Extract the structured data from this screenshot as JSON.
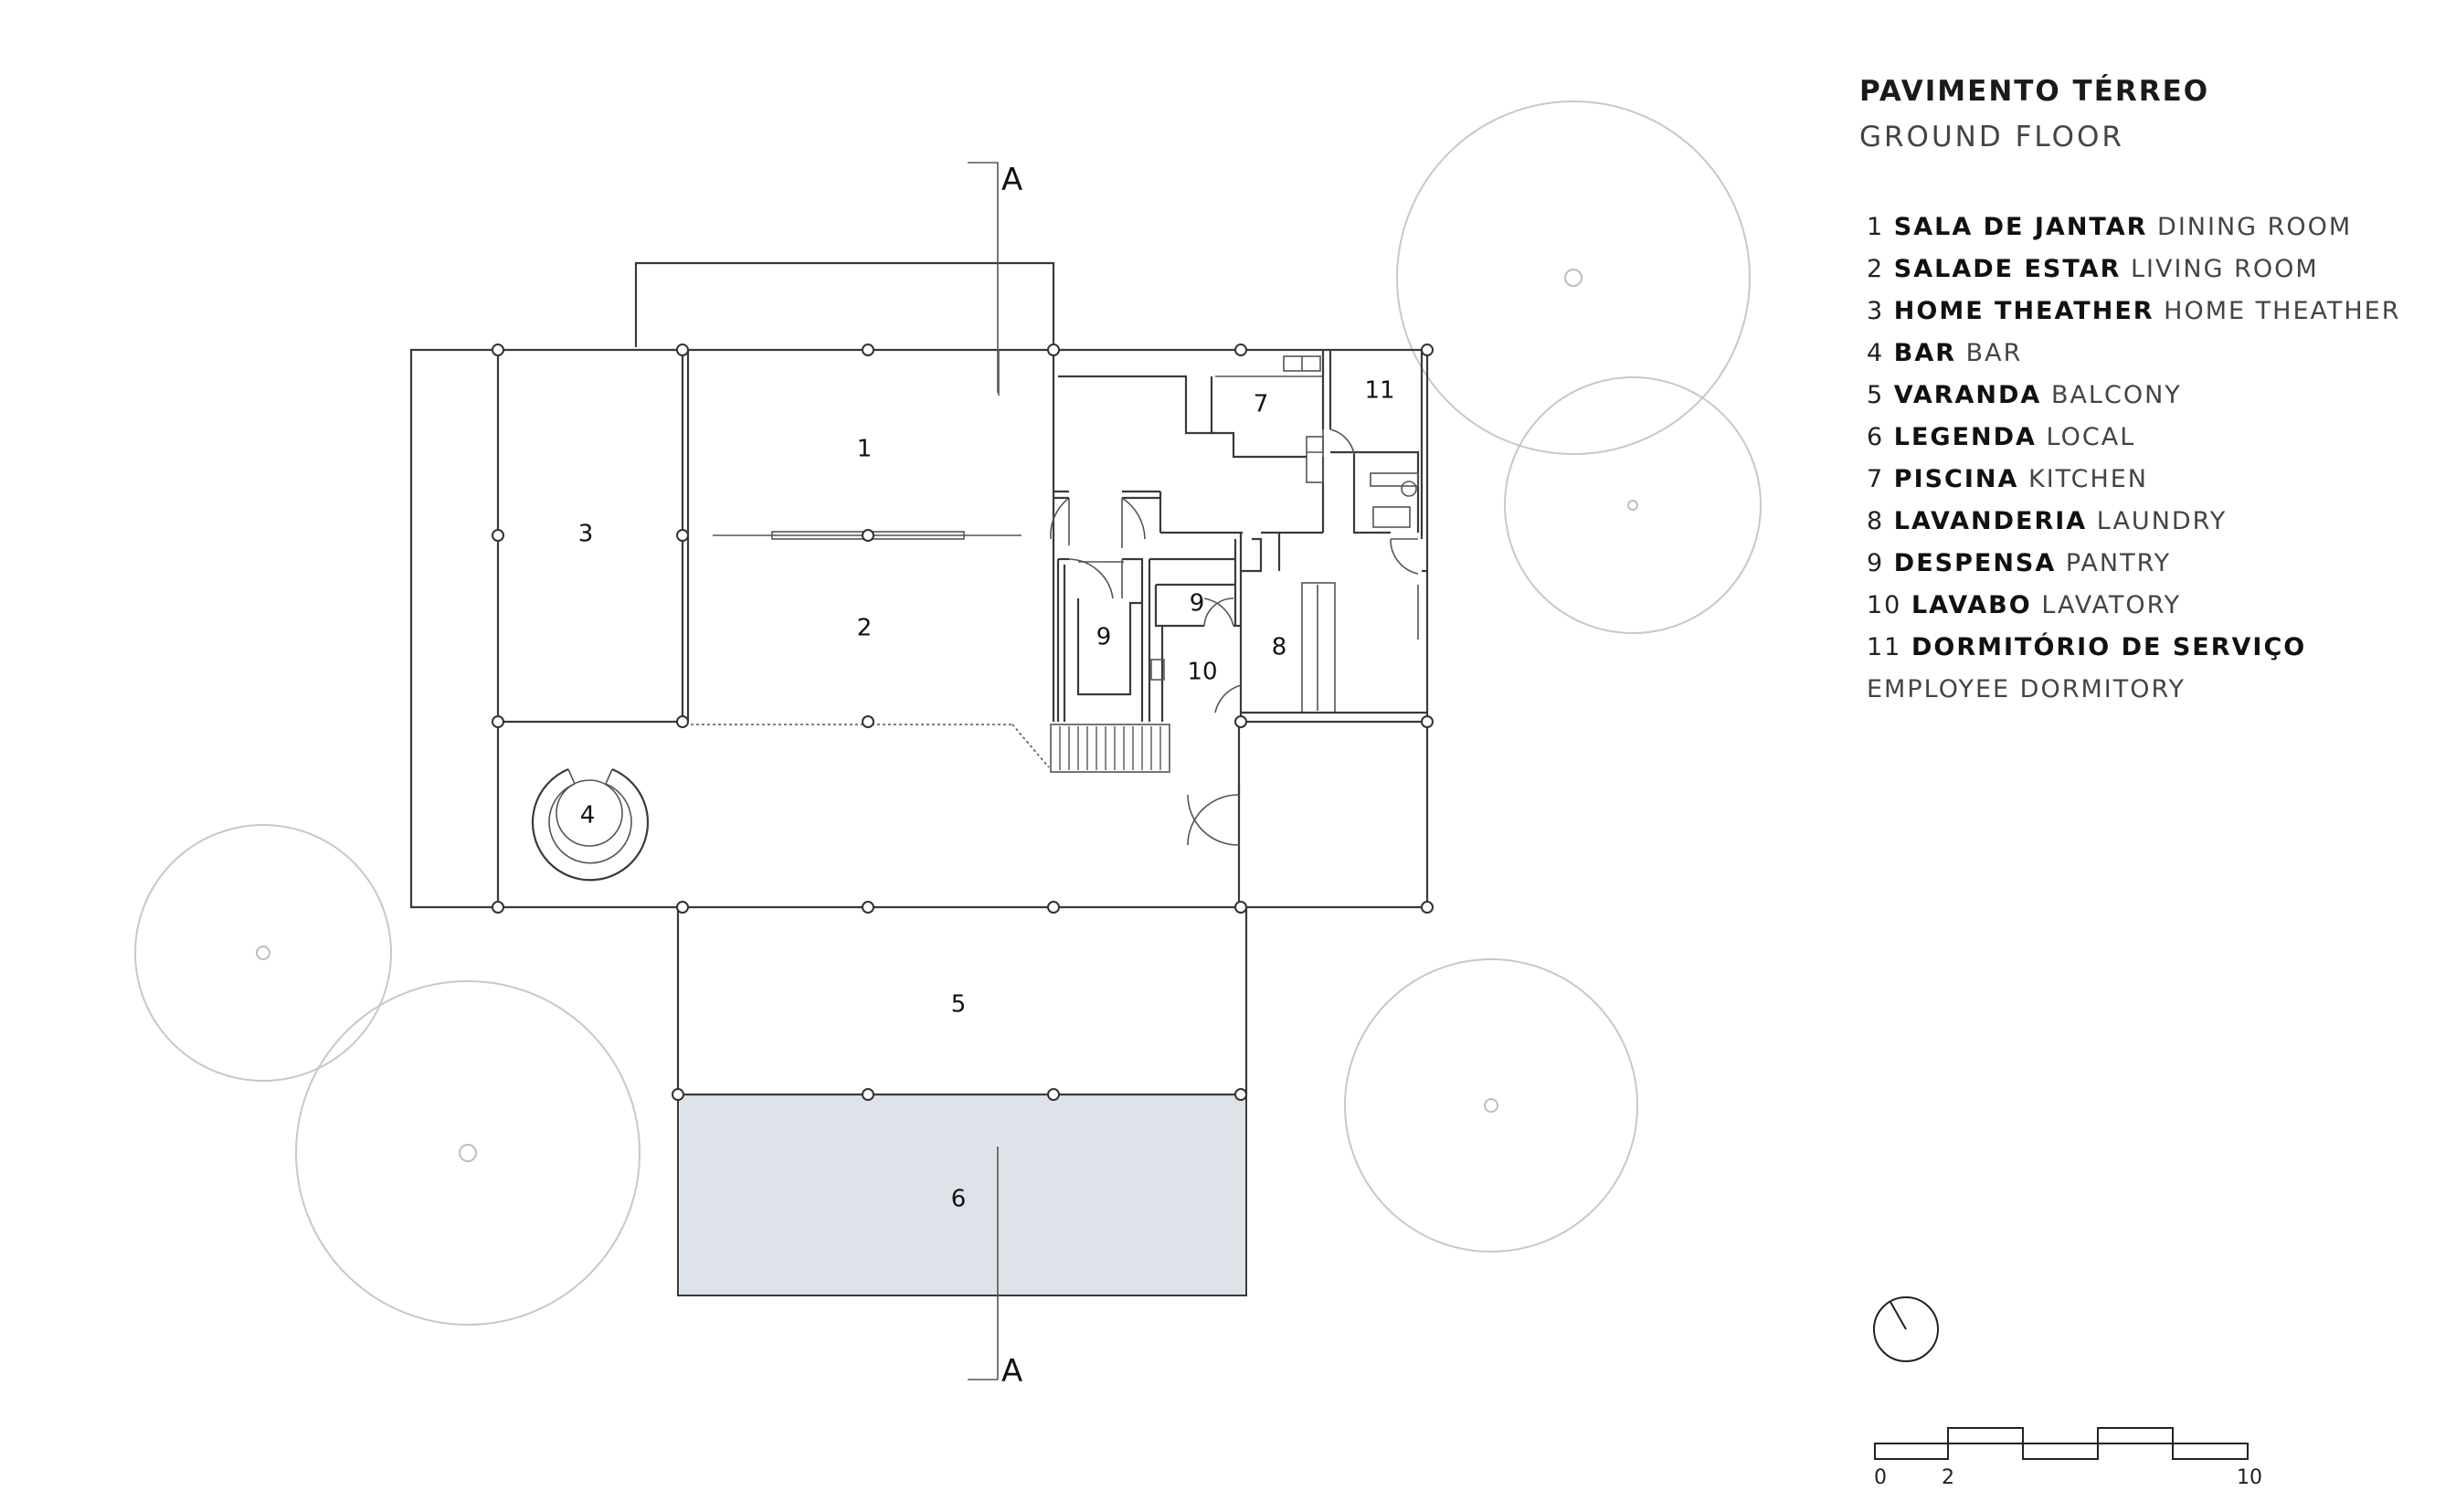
{
  "title": "PAVIMENTO TÉRREO",
  "subtitle": "GROUND FLOOR",
  "legend": [
    {
      "num": "1",
      "pt": "SALA DE JANTAR",
      "en": "DINING ROOM"
    },
    {
      "num": "2",
      "pt": "SALADE ESTAR",
      "en": "LIVING ROOM"
    },
    {
      "num": "3",
      "pt": "HOME THEATHER",
      "en": "HOME THEATHER"
    },
    {
      "num": "4",
      "pt": "BAR",
      "en": "BAR"
    },
    {
      "num": "5",
      "pt": "VARANDA",
      "en": "BALCONY"
    },
    {
      "num": "6",
      "pt": "LEGENDA",
      "en": "LOCAL"
    },
    {
      "num": "7",
      "pt": "PISCINA",
      "en": "KITCHEN"
    },
    {
      "num": "8",
      "pt": "LAVANDERIA",
      "en": "LAUNDRY"
    },
    {
      "num": "9",
      "pt": "DESPENSA",
      "en": "PANTRY"
    },
    {
      "num": "10",
      "pt": "LAVABO",
      "en": "LAVATORY"
    },
    {
      "num": "11",
      "pt": "DORMITÓRIO DE SERVIÇO",
      "en": ""
    }
  ],
  "legend_extra": "EMPLOYEE DORMITORY",
  "room_labels": {
    "r1": "1",
    "r2": "2",
    "r3": "3",
    "r4": "4",
    "r5": "5",
    "r6": "6",
    "r7": "7",
    "r8": "8",
    "r9a": "9",
    "r9b": "9",
    "r10": "10",
    "r11": "11"
  },
  "section_marks": {
    "top": "A",
    "bottom": "A"
  },
  "scale_labels": {
    "zero": "0",
    "two": "2",
    "ten": "10"
  },
  "colors": {
    "pool": "#dde3e8",
    "wall": "#3a3a3a",
    "tree": "#c8c8c8"
  }
}
